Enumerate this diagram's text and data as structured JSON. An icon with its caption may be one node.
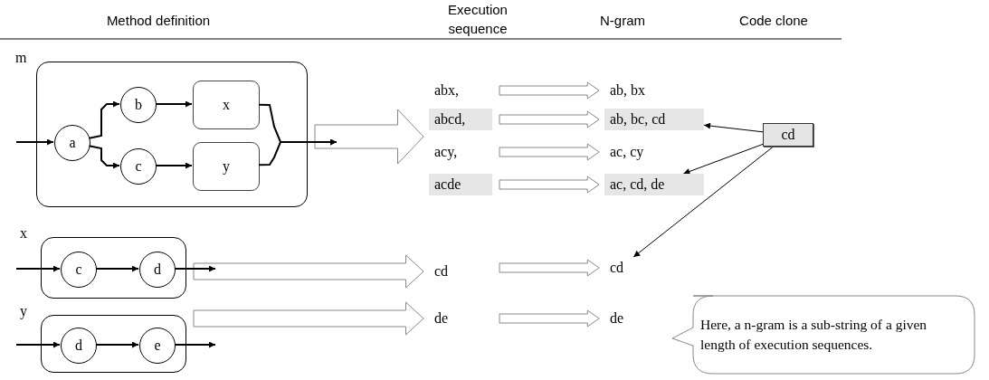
{
  "diagram": {
    "nodes": [
      {
        "text": [
          "m"
        ]
      },
      {
        "text": [
          "a"
        ],
        "in": 0
      },
      {
        "text": [
          "b"
        ],
        "in": 0
      },
      {
        "text": [
          "c"
        ],
        "in": 0
      },
      {
        "text": [
          "x"
        ],
        "in": 0
      },
      {
        "text": [
          "y"
        ],
        "in": 0
      },
      {
        "text": [
          "x"
        ]
      },
      {
        "text": [
          "c"
        ],
        "in": 6
      },
      {
        "text": [
          "d"
        ],
        "in": 6
      },
      {
        "text": [
          "y"
        ]
      },
      {
        "text": [
          "d"
        ],
        "in": 9
      },
      {
        "text": [
          "e"
        ],
        "in": 9
      },
      {
        "text": [
          "abx,"
        ]
      },
      {
        "text": [
          "abcd,"
        ]
      },
      {
        "text": [
          "acy,"
        ]
      },
      {
        "text": [
          "acde"
        ]
      },
      {
        "text": [
          "cd"
        ]
      },
      {
        "text": [
          "de"
        ]
      },
      {
        "text": [
          "ab, bx"
        ]
      },
      {
        "text": [
          "ab, bc, cd"
        ]
      },
      {
        "text": [
          "ac, cy"
        ]
      },
      {
        "text": [
          "ac, cd, de"
        ]
      },
      {
        "text": [
          "cd"
        ]
      },
      {
        "text": [
          "de"
        ]
      },
      {
        "text": [
          "cd"
        ]
      },
      {
        "text": [
          "Here, a n-gram is a sub-string of a given length of execution sequences."
        ]
      }
    ],
    "edges": [
      {
        "from": null,
        "to": 1,
        "arrow": "to"
      },
      {
        "from": 1,
        "to": 2,
        "arrow": "to"
      },
      {
        "from": 1,
        "to": 3,
        "arrow": "to"
      },
      {
        "from": 2,
        "to": 4,
        "arrow": "to"
      },
      {
        "from": 3,
        "to": 5,
        "arrow": "to"
      },
      {
        "from": 4,
        "to": null,
        "arrow": "to"
      },
      {
        "from": 5,
        "to": null,
        "arrow": "to"
      },
      {
        "from": null,
        "to": 7,
        "arrow": "to"
      },
      {
        "from": 7,
        "to": 8,
        "arrow": "to"
      },
      {
        "from": 8,
        "to": null,
        "arrow": "to"
      },
      {
        "from": null,
        "to": 10,
        "arrow": "to"
      },
      {
        "from": 10,
        "to": 11,
        "arrow": "to"
      },
      {
        "from": 11,
        "to": null,
        "arrow": "to"
      },
      {
        "from": 0,
        "to": 12,
        "arrow": "to",
        "style": "thick"
      },
      {
        "from": 0,
        "to": 13,
        "arrow": "to",
        "style": "thick"
      },
      {
        "from": 0,
        "to": 14,
        "arrow": "to",
        "style": "thick"
      },
      {
        "from": 0,
        "to": 15,
        "arrow": "to",
        "style": "thick"
      },
      {
        "from": 6,
        "to": 16,
        "arrow": "to",
        "style": "thick"
      },
      {
        "from": 9,
        "to": 17,
        "arrow": "to",
        "style": "thick"
      },
      {
        "from": 12,
        "to": 18,
        "arrow": "to",
        "style": "thick"
      },
      {
        "from": 13,
        "to": 19,
        "arrow": "to",
        "style": "thick"
      },
      {
        "from": 14,
        "to": 20,
        "arrow": "to",
        "style": "thick"
      },
      {
        "from": 15,
        "to": 21,
        "arrow": "to",
        "style": "thick"
      },
      {
        "from": 16,
        "to": 22,
        "arrow": "to",
        "style": "thick"
      },
      {
        "from": 17,
        "to": 23,
        "arrow": "to",
        "style": "thick"
      },
      {
        "from": 24,
        "to": 19,
        "arrow": "to"
      },
      {
        "from": 24,
        "to": 21,
        "arrow": "to"
      },
      {
        "from": 24,
        "to": 22,
        "arrow": "to"
      }
    ],
    "labels": [
      "Method definition",
      "Execution sequence",
      "N-gram",
      "Code clone"
    ]
  }
}
